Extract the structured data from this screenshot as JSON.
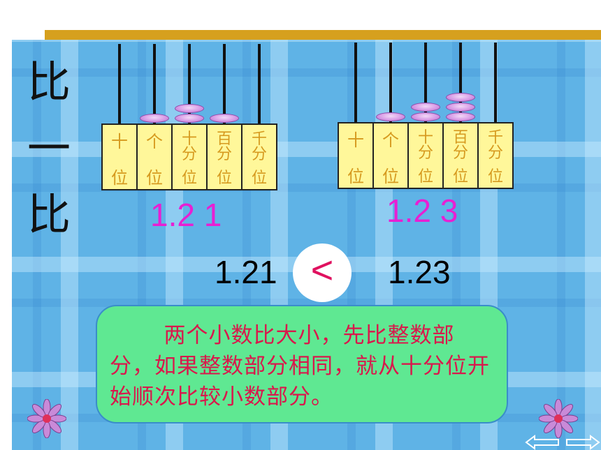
{
  "title_chars": [
    "比",
    "一",
    "比"
  ],
  "left_abacus": {
    "columns": [
      {
        "label_top": "十",
        "label_bottom": "位",
        "beads": 0
      },
      {
        "label_top": "个",
        "label_bottom": "位",
        "beads": 1
      },
      {
        "label_top": "十分",
        "label_bottom": "位",
        "beads": 2
      },
      {
        "label_top": "百分",
        "label_bottom": "位",
        "beads": 1
      },
      {
        "label_top": "千分",
        "label_bottom": "位",
        "beads": 0
      }
    ],
    "number": "1.2 1"
  },
  "right_abacus": {
    "columns": [
      {
        "label_top": "十",
        "label_bottom": "位",
        "beads": 0
      },
      {
        "label_top": "个",
        "label_bottom": "位",
        "beads": 1
      },
      {
        "label_top": "十分",
        "label_bottom": "位",
        "beads": 2
      },
      {
        "label_top": "百分",
        "label_bottom": "位",
        "beads": 3
      },
      {
        "label_top": "千分",
        "label_bottom": "位",
        "beads": 0
      }
    ],
    "number": "1.2 3"
  },
  "comparison": {
    "left": "1.21",
    "symbol": "<",
    "right": "1.23"
  },
  "rule_text": "两个小数比大小，先比整数部分，如果整数部分相同，就从十分位开始顺次比较小数部分。",
  "colors": {
    "accent_bar": "#d6a01e",
    "number_pink": "#e81fd3",
    "rule_text": "#d9184c",
    "rule_bg": "#5fe892",
    "box_bg": "#fff79a"
  },
  "icons": [
    "flower-icon",
    "back-arrow-icon",
    "forward-arrow-icon"
  ]
}
